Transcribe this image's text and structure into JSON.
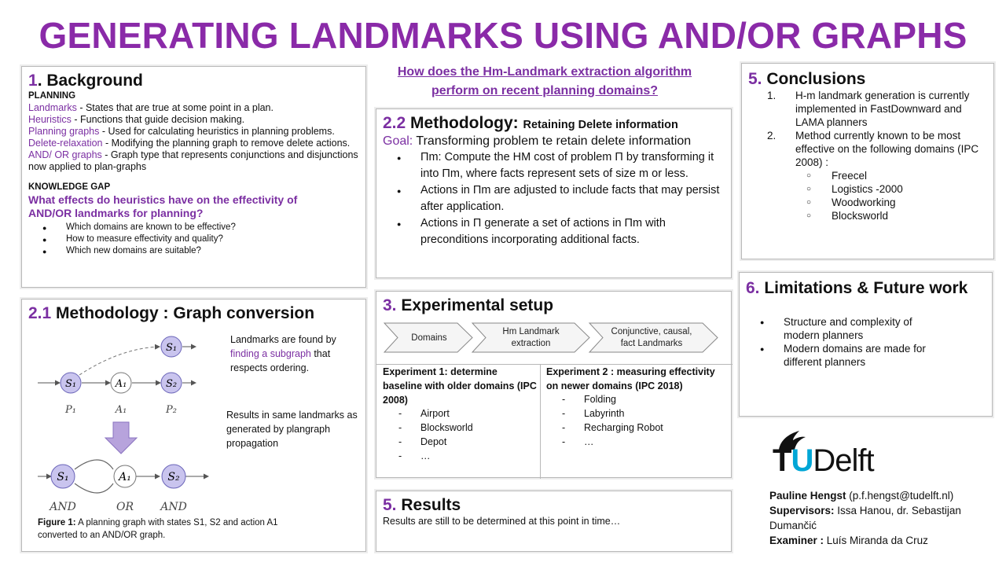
{
  "title": "GENERATING LANDMARKS USING AND/OR GRAPHS",
  "question": "How does the Hm-Landmark extraction algorithm perform on recent planning domains?",
  "background": {
    "num": "1",
    "heading": ". Background",
    "planning_label": "PLANNING",
    "terms": [
      {
        "term": "Landmarks",
        "desc": " - States that are true at some point in a plan."
      },
      {
        "term": "Heuristics",
        "desc": " - Functions that guide decision making."
      },
      {
        "term": "Planning graphs",
        "desc": " - Used for calculating heuristics in planning problems."
      },
      {
        "term": "Delete-relaxation",
        "desc": " - Modifying the planning graph to remove delete actions."
      },
      {
        "term": "AND/ OR graphs",
        "desc": " - Graph type that represents conjunctions and disjunctions now  applied to plan-graphs"
      }
    ],
    "gap_label": "KNOWLEDGE GAP",
    "gap_question": "What effects do heuristics have on the effectivity of AND/OR landmarks for planning?",
    "gap_items": [
      "Which domains are known to be effective?",
      "How to measure effectivity and quality?",
      "Which new domains are suitable?"
    ]
  },
  "graph_conversion": {
    "num": "2.1",
    "heading": " Methodology : Graph conversion",
    "text1_a": "Landmarks are found by ",
    "text1_b": "finding  a subgraph",
    "text1_c": " that respects ordering.",
    "text2": "Results in same landmarks as generated by plangraph propagation",
    "nodes_top": [
      "S₁",
      "A₁",
      "S₂",
      "S₁"
    ],
    "level_labels": [
      "P₁",
      "A₁",
      "P₂"
    ],
    "nodes_bottom": [
      "S₁",
      "A₁",
      "S₂"
    ],
    "type_labels": [
      "AND",
      "OR",
      "AND"
    ],
    "caption_label": "Figure 1:",
    "caption": " A planning  graph with states S1, S2 and action A1 converted to an AND/OR graph."
  },
  "retaining": {
    "num": "2.2",
    "heading": " Methodology: ",
    "subheading": "Retaining Delete information",
    "goal_label": "Goal:",
    "goal": " Transforming problem te retain delete information",
    "items": [
      "Πm: Compute the HM cost of problem Π by transforming it into Πm, where facts represent sets of size m or less.",
      "Actions in Πm are adjusted to include facts that may persist after application.",
      "Actions in Π generate a set of actions in Πm with preconditions incorporating additional facts."
    ]
  },
  "setup": {
    "num": "3.",
    "heading": " Experimental setup",
    "steps": [
      "Domains",
      "Hm Landmark extraction",
      "Conjunctive, causal, fact Landmarks"
    ],
    "exp1_title": "Experiment 1: determine baseline with older domains (IPC 2008)",
    "exp1_items": [
      "Airport",
      "Blocksworld",
      "Depot",
      "…"
    ],
    "exp2_title": "Experiment 2 :  measuring effectivity on newer domains (IPC 2018)",
    "exp2_items": [
      "Folding",
      "Labyrinth",
      "Recharging Robot",
      "…"
    ]
  },
  "results": {
    "num": "5.",
    "heading": " Results",
    "text": "Results are still to be determined at this point in time…"
  },
  "conclusions": {
    "num": "5.",
    "heading": " Conclusions",
    "items": [
      {
        "n": "1.",
        "text": "H-m landmark generation  is currently implemented in FastDownward and LAMA planners"
      },
      {
        "n": "2.",
        "text": "Method currently known to be most effective on the following domains (IPC 2008) :"
      }
    ],
    "domains": [
      "Freecel",
      "Logistics -2000",
      "Woodworking",
      "Blocksworld"
    ]
  },
  "limitations": {
    "num": "6.",
    "heading": " Limitations & Future work",
    "items": [
      "Structure and complexity of modern planners",
      "Modern domains are made for different planners"
    ]
  },
  "logo": {
    "tu": "TU",
    "delft": "Delft"
  },
  "credits": {
    "author_name": "Pauline Hengst",
    "author_email": " (p.f.hengst@tudelft.nl)",
    "supervisors_label": "Supervisors:",
    "supervisors": " Issa Hanou, dr. Sebastijan Dumančić",
    "examiner_label": "Examiner :",
    "examiner": " Luís Miranda da Cruz"
  },
  "colors": {
    "accent": "#7b2fa2",
    "title": "#8a2aa8",
    "node_fill": "#c9c4ee",
    "logo_cyan": "#00a6d6"
  }
}
